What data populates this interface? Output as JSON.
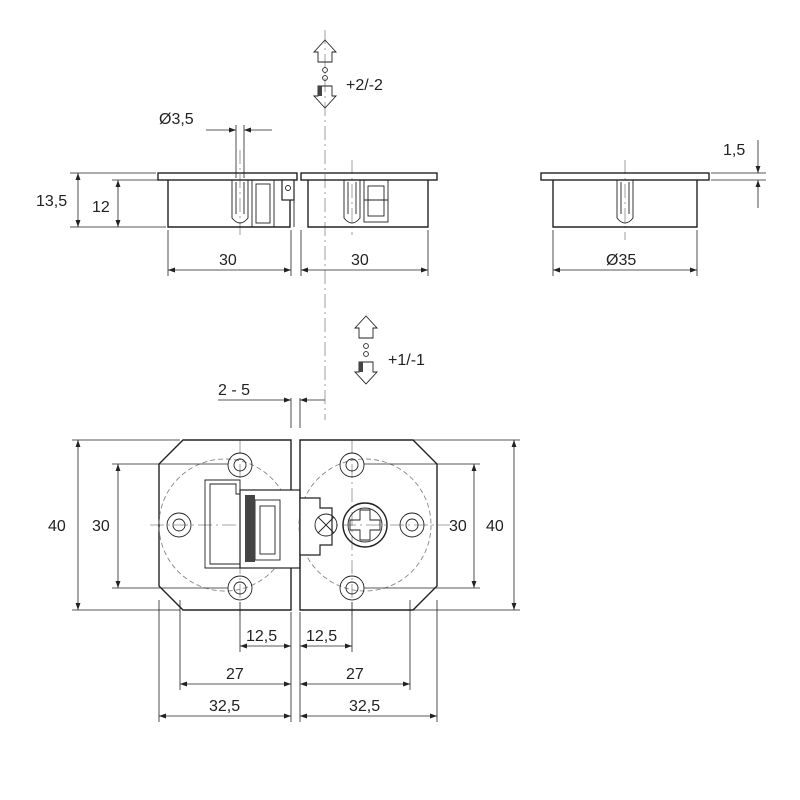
{
  "dimensions": {
    "adjust_vertical": "+2/-2",
    "adjust_horizontal": "+1/-1",
    "hole_diameter": "Ø3,5",
    "total_height": "13,5",
    "cup_height": "12",
    "side_width_left": "30",
    "side_width_right": "30",
    "cup_diameter": "Ø35",
    "flange_thickness": "1,5",
    "gap": "2 - 5",
    "outer_height_left": "40",
    "hole_spacing_left": "30",
    "hole_spacing_right": "30",
    "outer_height_right": "40",
    "center_offset_left": "12,5",
    "center_offset_right": "12,5",
    "cup_span_left": "27",
    "cup_span_right": "27",
    "plate_width_left": "32,5",
    "plate_width_right": "32,5"
  },
  "colors": {
    "line": "#222222",
    "hidden_line": "#888888",
    "background": "#ffffff"
  }
}
